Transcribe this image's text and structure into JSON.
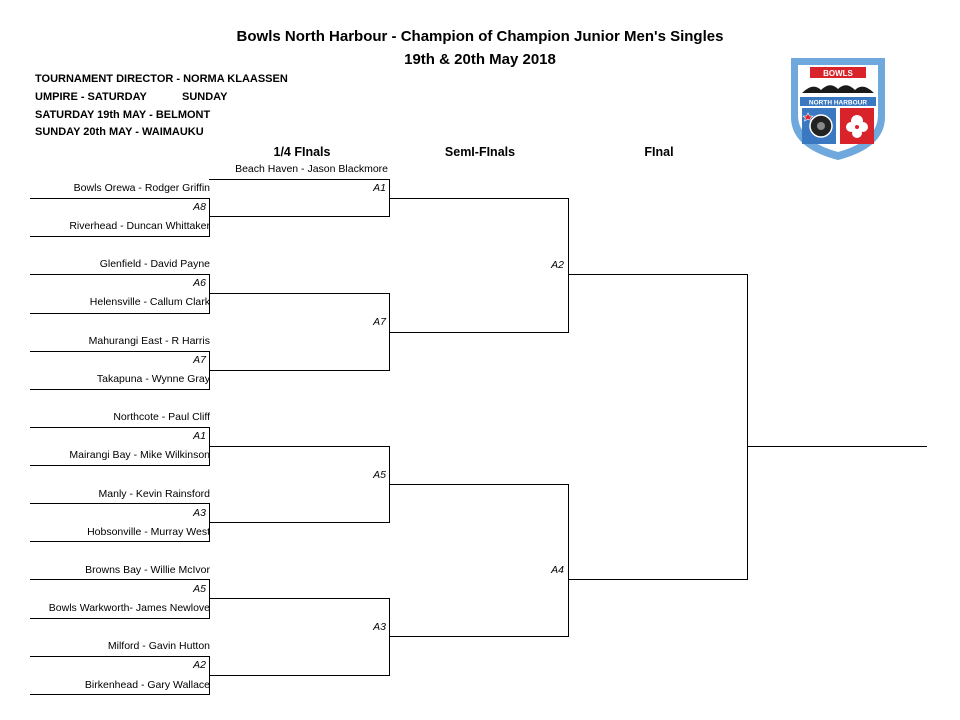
{
  "header": {
    "title_line1": "Bowls North Harbour - Champion of Champion Junior Men's Singles",
    "title_line2": "19th & 20th May 2018"
  },
  "info": {
    "director": "TOURNAMENT DIRECTOR - NORMA KLAASSEN",
    "umpire": "UMPIRE - SATURDAY",
    "umpire_sunday": "SUNDAY",
    "saturday": "SATURDAY 19th MAY - BELMONT",
    "sunday": "SUNDAY 20th MAY - WAIMAUKU"
  },
  "rounds": {
    "quarter": "1/4 FInals",
    "semi": "SemI-FInals",
    "final": "FInal"
  },
  "bye": "Beach Haven - Jason Blackmore",
  "matches": [
    {
      "top": "Bowls Orewa - Rodger Griffin",
      "code": "A8",
      "bottom": "Riverhead - Duncan Whittaker"
    },
    {
      "top": "Glenfield - David Payne",
      "code": "A6",
      "bottom": "Helensville - Callum Clark"
    },
    {
      "top": "Mahurangi East - R Harris",
      "code": "A7",
      "bottom": "Takapuna - Wynne Gray"
    },
    {
      "top": "Northcote - Paul Cliff",
      "code": "A1",
      "bottom": "Mairangi Bay - Mike Wilkinson"
    },
    {
      "top": "Manly - Kevin Rainsford",
      "code": "A3",
      "bottom": "Hobsonville - Murray West"
    },
    {
      "top": "Browns Bay - Willie McIvor",
      "code": "A5",
      "bottom": "Bowls Warkworth- James Newlove"
    },
    {
      "top": "Milford - Gavin Hutton",
      "code": "A2",
      "bottom": "Birkenhead - Gary Wallace"
    }
  ],
  "qf_codes": [
    "A1",
    "A3",
    "A5",
    "A7"
  ],
  "sf_codes": [
    "A2",
    "A4"
  ],
  "logo": {
    "text_top": "BOWLS",
    "text_band": "NORTH HARBOUR",
    "colors": {
      "blue": "#3a78c2",
      "red": "#d8232a",
      "light_blue": "#6fa8dc"
    }
  }
}
